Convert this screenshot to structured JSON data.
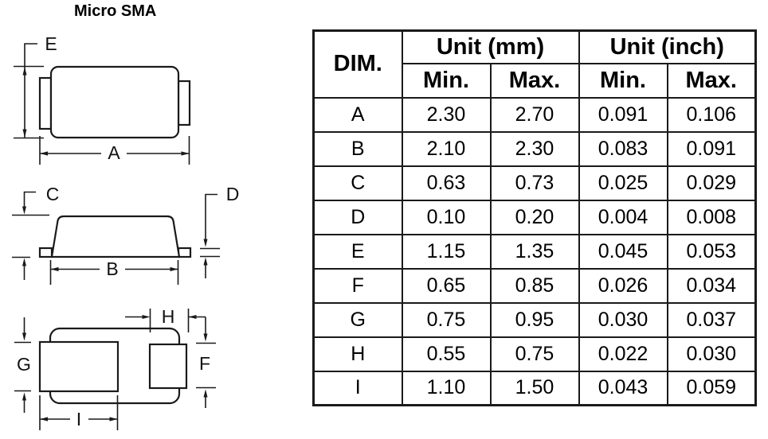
{
  "page": {
    "title": "Micro SMA"
  },
  "drawing_labels": {
    "a": "A",
    "b": "B",
    "c": "C",
    "d": "D",
    "e": "E",
    "f": "F",
    "g": "G",
    "h": "H",
    "i": "I"
  },
  "table": {
    "headers": {
      "dim": "DIM.",
      "unit_mm": "Unit (mm)",
      "unit_inch": "Unit (inch)",
      "min": "Min.",
      "max": "Max."
    },
    "rows": [
      {
        "dim": "A",
        "mm_min": "2.30",
        "mm_max": "2.70",
        "in_min": "0.091",
        "in_max": "0.106"
      },
      {
        "dim": "B",
        "mm_min": "2.10",
        "mm_max": "2.30",
        "in_min": "0.083",
        "in_max": "0.091"
      },
      {
        "dim": "C",
        "mm_min": "0.63",
        "mm_max": "0.73",
        "in_min": "0.025",
        "in_max": "0.029"
      },
      {
        "dim": "D",
        "mm_min": "0.10",
        "mm_max": "0.20",
        "in_min": "0.004",
        "in_max": "0.008"
      },
      {
        "dim": "E",
        "mm_min": "1.15",
        "mm_max": "1.35",
        "in_min": "0.045",
        "in_max": "0.053"
      },
      {
        "dim": "F",
        "mm_min": "0.65",
        "mm_max": "0.85",
        "in_min": "0.026",
        "in_max": "0.034"
      },
      {
        "dim": "G",
        "mm_min": "0.75",
        "mm_max": "0.95",
        "in_min": "0.030",
        "in_max": "0.037"
      },
      {
        "dim": "H",
        "mm_min": "0.55",
        "mm_max": "0.75",
        "in_min": "0.022",
        "in_max": "0.030"
      },
      {
        "dim": "I",
        "mm_min": "1.10",
        "mm_max": "1.50",
        "in_min": "0.043",
        "in_max": "0.059"
      }
    ]
  },
  "colors": {
    "line": "#1a1a1a",
    "text": "#000000",
    "background": "#ffffff"
  }
}
